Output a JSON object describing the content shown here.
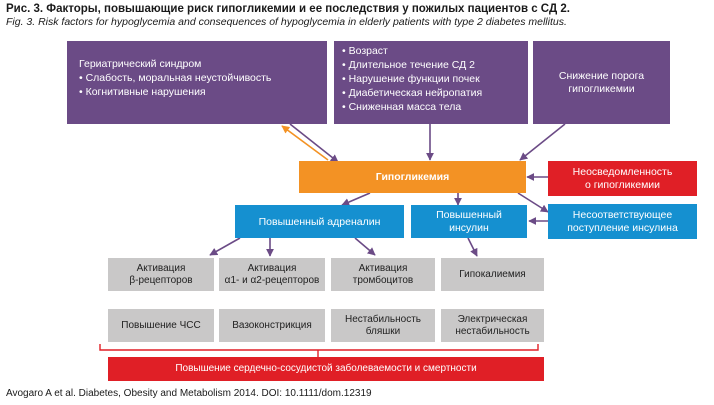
{
  "header": {
    "title": "Рис. 3. Факторы, повышающие риск гипогликемии и ее последствия у пожилых пациентов с СД 2.",
    "subtitle": "Fig. 3. Risk factors for hypoglycemia and consequences of hypoglycemia in elderly patients with type 2 diabetes mellitus."
  },
  "boxes": {
    "geriatric": {
      "title": "Гериатрический синдром",
      "items": [
        "Слабость, моральная неустойчивость",
        "Когнитивные нарушения"
      ]
    },
    "risk_factors": {
      "items": [
        "Возраст",
        "Длительное течение СД 2",
        "Нарушение функции почек",
        "Диабетическая нейропатия",
        "Сниженная масса тела"
      ]
    },
    "threshold": {
      "line1": "Снижение порога",
      "line2": "гипогликемии"
    },
    "hypoglycemia": {
      "label": "Гипогликемия"
    },
    "unawareness": {
      "line1": "Неосведомленность",
      "line2": "о гипогликемии"
    },
    "adrenaline": {
      "label": "Повышенный адреналин"
    },
    "insulin": {
      "line1": "Повышенный",
      "line2": "инсулин"
    },
    "inappropriate_insulin": {
      "line1": "Несоответствующее",
      "line2": "поступление инсулина"
    },
    "beta": {
      "line1": "Активация",
      "line2": "β-рецепторов"
    },
    "alpha": {
      "line1": "Активация",
      "line2": "α1- и α2-рецепторов"
    },
    "platelets": {
      "line1": "Активация",
      "line2": "тромбоцитов"
    },
    "hypokalemia": {
      "label": "Гипокалиемия"
    },
    "tachycardia": {
      "label": "Повышение ЧСС"
    },
    "vasoconstriction": {
      "label": "Вазоконстрикция"
    },
    "plaque": {
      "line1": "Нестабильность",
      "line2": "бляшки"
    },
    "electrical": {
      "line1": "Электрическая",
      "line2": "нестабильность"
    },
    "outcome": {
      "label": "Повышение сердечно-сосудистой заболеваемости и смертности"
    }
  },
  "colors": {
    "purple": "#6b4b86",
    "orange": "#f39224",
    "red": "#e01f26",
    "blue": "#1590d0",
    "grey": "#c9c8c8",
    "connector": "#6b4b86"
  },
  "source": "Avogaro A et al. Diabetes, Obesity and Metabolism 2014. DOI: 10.1111/dom.12319"
}
